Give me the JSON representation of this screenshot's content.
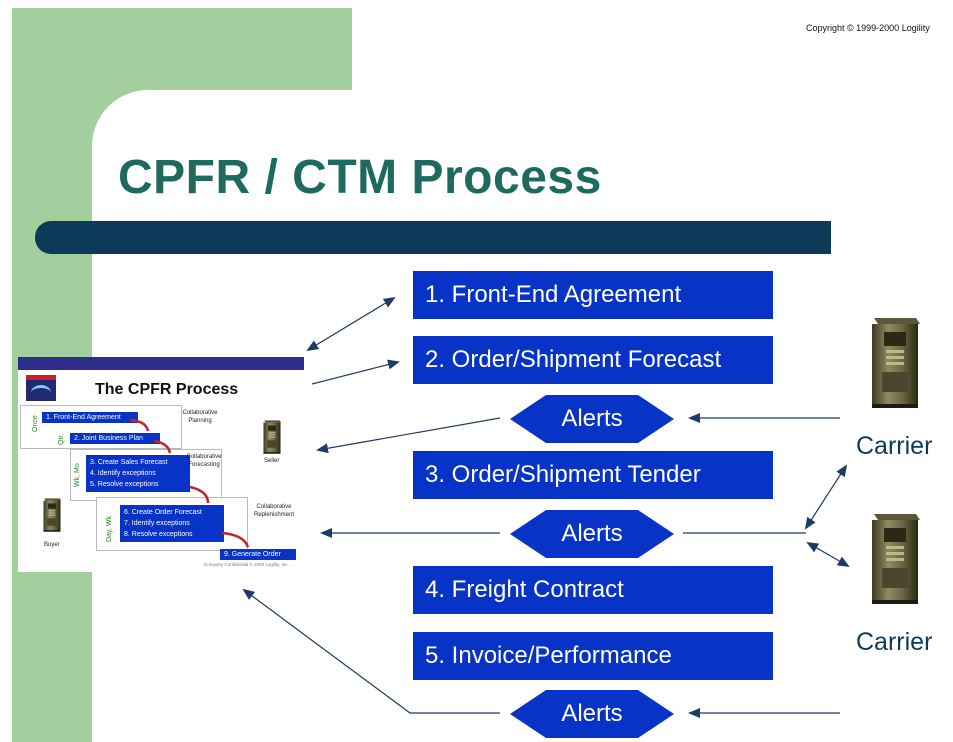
{
  "copyright": "Copyright © 1999-2000 Logility",
  "title": "CPFR / CTM Process",
  "steps": [
    "1. Front-End Agreement",
    "2. Order/Shipment Forecast",
    "3. Order/Shipment Tender",
    "4. Freight Contract",
    "5. Invoice/Performance"
  ],
  "alerts": [
    "Alerts",
    "Alerts",
    "Alerts"
  ],
  "carriers": [
    "Carrier",
    "Carrier"
  ],
  "icons": {
    "server": "server-tower-icon",
    "logo": "logility-logo-icon"
  },
  "colors": {
    "step_blue": "#0733c7",
    "title_green": "#1f6a5e",
    "bar_navy": "#0e3a59",
    "band_green": "#a3cf9e"
  },
  "thumbnail": {
    "title": "The CPFR Process",
    "side_labels": [
      "Once",
      "Qtr.",
      "Wk, Mo",
      "Day, Wk"
    ],
    "steps": {
      "s1": "1. Front-End Agreement",
      "s2": "2. Joint Business Plan",
      "s3": [
        "3. Create Sales Forecast",
        "4. Identify exceptions",
        "5. Resolve exceptions"
      ],
      "s6": [
        "6. Create Order Forecast",
        "7. Identify exceptions",
        "8. Resolve exceptions"
      ],
      "s9": "9. Generate Order"
    },
    "collab_labels": [
      "Collaborative Planning",
      "Collaborative Forecasting",
      "Collaborative Replenishment"
    ],
    "seller": "Seller",
    "buyer": "Buyer",
    "confidential": "Company Confidential  © 2000 Logility, Inc."
  }
}
